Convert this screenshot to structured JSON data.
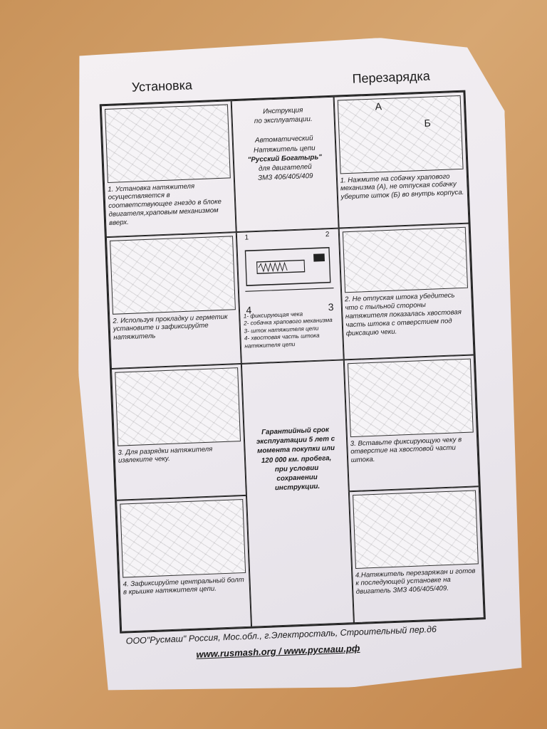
{
  "headings": {
    "left": "Установка",
    "right": "Перезарядка"
  },
  "center_top": {
    "l1": "Инструкция",
    "l2": "по эксплуатации.",
    "l3": "Автоматический",
    "l4": "Натяжитель цепи",
    "l5": "\"Русский Богатырь\"",
    "l6": "для двигателей",
    "l7": "ЗМЗ 406/405/409"
  },
  "install": {
    "s1": "1. Установка натяжителя осуществляется в соответствующее гнездо в блоке двигателя,храповым механизмом вверх.",
    "s2": "2. Используя прокладку и герметик установите и зафиксируйте натяжитель",
    "s3": "3. Для разрядки натяжителя извлеките чеку.",
    "s4": "4. Зафиксируйте центральный болт в крышке натяжителя цепи."
  },
  "recharge": {
    "s1": "1. Нажмите на собачку храпового механизма (А), не отпуская собачку уберите шток (Б) во внутрь корпуса.",
    "s2": "2. Не отпуская штока убедитесь что с тыльной стороны натяжителя показалась хвостовая часть штока с отверстием под фиксацию чеки.",
    "s3": "3. Вставьте фиксирующую чеку в отверстие на хвостовой части штока.",
    "s4": "4.Натяжитель перезаряжан и готов к последующей установке на двигатель ЗМЗ 406/405/409."
  },
  "diagram": {
    "label_a": "А",
    "label_b": "Б",
    "label_1": "1",
    "label_2": "2",
    "label_3": "3",
    "label_4": "4"
  },
  "legend": {
    "l1": "1- фиксирующая чека",
    "l2": "2- собачка храпового механизма",
    "l3": "3- шток натяжителя цепи",
    "l4": "4- хвостовая часть штока натяжителя цепи"
  },
  "warranty": {
    "l1": "Гарантийный срок",
    "l2": "эксплуатации 5 лет с",
    "l3": "момента покупки или",
    "l4": "120 000 км. пробега,",
    "l5": "при условии",
    "l6": "сохранении",
    "l7": "инструкции."
  },
  "footer": "ООО\"Русмаш\" Россия, Мос.обл., г.Электросталь, Строительный пер.д6",
  "links": "www.rusmash.org / www.русмаш.рф"
}
